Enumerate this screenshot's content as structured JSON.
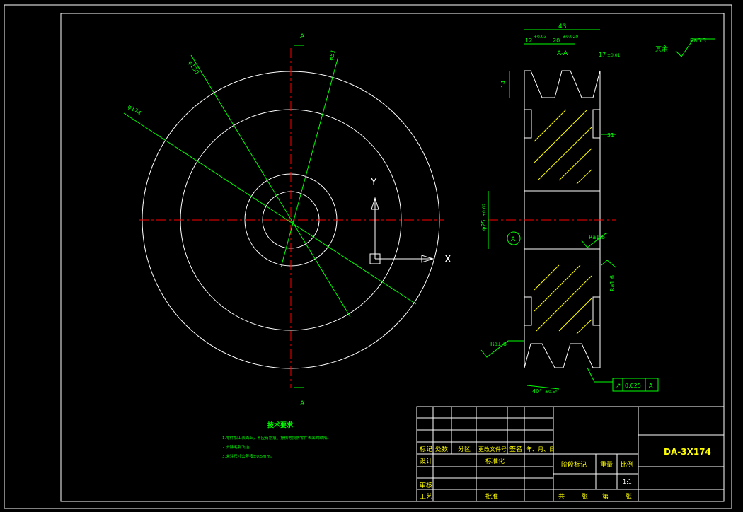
{
  "section_marks": {
    "a_top": "A",
    "a_bottom": "A",
    "aa": "A-A"
  },
  "front_dims": {
    "d1": "φ130",
    "d2": "φ51",
    "d3": "φ174"
  },
  "axes": {
    "y": "Y",
    "x": "X"
  },
  "side_dims": {
    "width": "43",
    "offset": "12",
    "offset_tol": "+0.03",
    "pitch": "20",
    "pitch_tol": "±0.020",
    "groove": "17",
    "groove_tol": "±0.01",
    "depth": "14",
    "hub": "31",
    "bore": "φ25",
    "bore_tol": "±0.02",
    "angle": "40°",
    "angle_tol": "±0.5°",
    "datum": "A"
  },
  "roughness": {
    "rest_label": "其余",
    "rest_value": "Ra6.3",
    "bore": "Ra1.6",
    "side": "Ra1.6",
    "groove": "Ra1.6"
  },
  "tolerance": {
    "symbol": "↗",
    "value": "0.025",
    "datum": "A"
  },
  "tech": {
    "title": "技术要求",
    "line1": "1.零件加工表面上，不应有划痕、擦伤等损伤零件表面的缺陷。",
    "line2": "2.去除毛刺飞边。",
    "line3": "3.未注尺寸公差按±0.5mm。"
  },
  "titleblock": {
    "mark": "标记",
    "count": "处数",
    "zone": "分区",
    "docno": "更改文件号",
    "sign": "签名",
    "date": "年、月、日",
    "design": "设计",
    "standard": "标准化",
    "stage": "阶段标记",
    "weight": "重量",
    "scale": "比例",
    "scale_val": "1:1",
    "check": "审核",
    "process": "工艺",
    "approve": "批准",
    "total": "共",
    "sheets": "张",
    "no": "第",
    "sheet": "张",
    "drawing_no": "DA-3X174"
  }
}
